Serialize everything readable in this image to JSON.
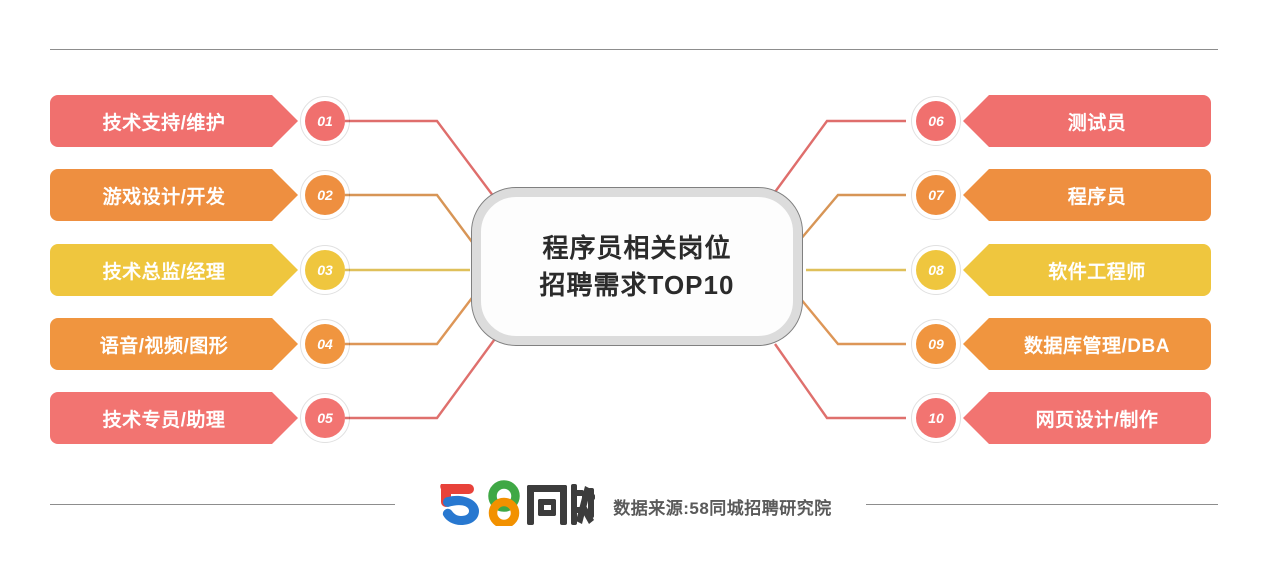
{
  "header": {
    "divider": "top-rule"
  },
  "centre": {
    "line1": "程序员相关岗位",
    "line2": "招聘需求TOP10"
  },
  "colors": {
    "red": "#F0706E",
    "orange": "#EE8F40",
    "yellow": "#EFC63E",
    "orange_light": "#F0953F",
    "red_light": "#F27471",
    "rule": "#8d8d8d",
    "node_border": "#dcdcdc",
    "node_outline": "#808080",
    "logo_red": "#E8423A",
    "logo_blue": "#2878D0",
    "logo_green": "#3FA845",
    "logo_orange": "#F29100",
    "logo_text": "#3C3C3C"
  },
  "left_items": [
    {
      "num": "01",
      "label": "技术支持/维护",
      "color": "#F0706E"
    },
    {
      "num": "02",
      "label": "游戏设计/开发",
      "color": "#EE8F40"
    },
    {
      "num": "03",
      "label": "技术总监/经理",
      "color": "#EFC63E"
    },
    {
      "num": "04",
      "label": "语音/视频/图形",
      "color": "#F0953F"
    },
    {
      "num": "05",
      "label": "技术专员/助理",
      "color": "#F27471"
    }
  ],
  "right_items": [
    {
      "num": "06",
      "label": "测试员",
      "color": "#F0706E"
    },
    {
      "num": "07",
      "label": "程序员",
      "color": "#EE8F40"
    },
    {
      "num": "08",
      "label": "软件工程师",
      "color": "#EFC63E"
    },
    {
      "num": "09",
      "label": "数据库管理/DBA",
      "color": "#F0953F"
    },
    {
      "num": "10",
      "label": "网页设计/制作",
      "color": "#F27471"
    }
  ],
  "footer": {
    "logo_digits": "58",
    "logo_word": "同城",
    "source": "数据来源:58同城招聘研究院"
  },
  "chart_data": {
    "type": "diagram",
    "title": "程序员相关岗位招聘需求TOP10",
    "structure": "central-node with 5 branches left and 5 branches right",
    "ranks": [
      {
        "rank": 1,
        "num": "01",
        "label": "技术支持/维护",
        "side": "left"
      },
      {
        "rank": 2,
        "num": "02",
        "label": "游戏设计/开发",
        "side": "left"
      },
      {
        "rank": 3,
        "num": "03",
        "label": "技术总监/经理",
        "side": "left"
      },
      {
        "rank": 4,
        "num": "04",
        "label": "语音/视频/图形",
        "side": "left"
      },
      {
        "rank": 5,
        "num": "05",
        "label": "技术专员/助理",
        "side": "left"
      },
      {
        "rank": 6,
        "num": "06",
        "label": "测试员",
        "side": "right"
      },
      {
        "rank": 7,
        "num": "07",
        "label": "程序员",
        "side": "right"
      },
      {
        "rank": 8,
        "num": "08",
        "label": "软件工程师",
        "side": "right"
      },
      {
        "rank": 9,
        "num": "09",
        "label": "数据库管理/DBA",
        "side": "right"
      },
      {
        "rank": 10,
        "num": "10",
        "label": "网页设计/制作",
        "side": "right"
      }
    ],
    "source": "数据来源:58同城招聘研究院"
  }
}
